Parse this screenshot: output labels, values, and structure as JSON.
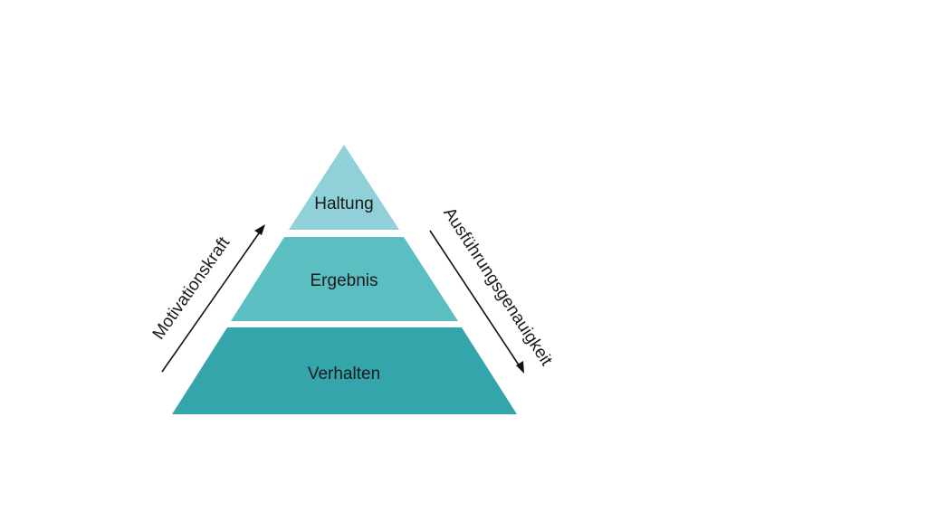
{
  "pyramid": {
    "levels": [
      {
        "label": "Haltung",
        "color": "#8fd0d9"
      },
      {
        "label": "Ergebnis",
        "color": "#5bbfc2"
      },
      {
        "label": "Verhalten",
        "color": "#34a6ab"
      }
    ]
  },
  "left_arrow": {
    "label": "Motivationskraft",
    "direction": "up"
  },
  "right_arrow": {
    "label": "Ausführungsgenauigkeit",
    "direction": "down"
  }
}
